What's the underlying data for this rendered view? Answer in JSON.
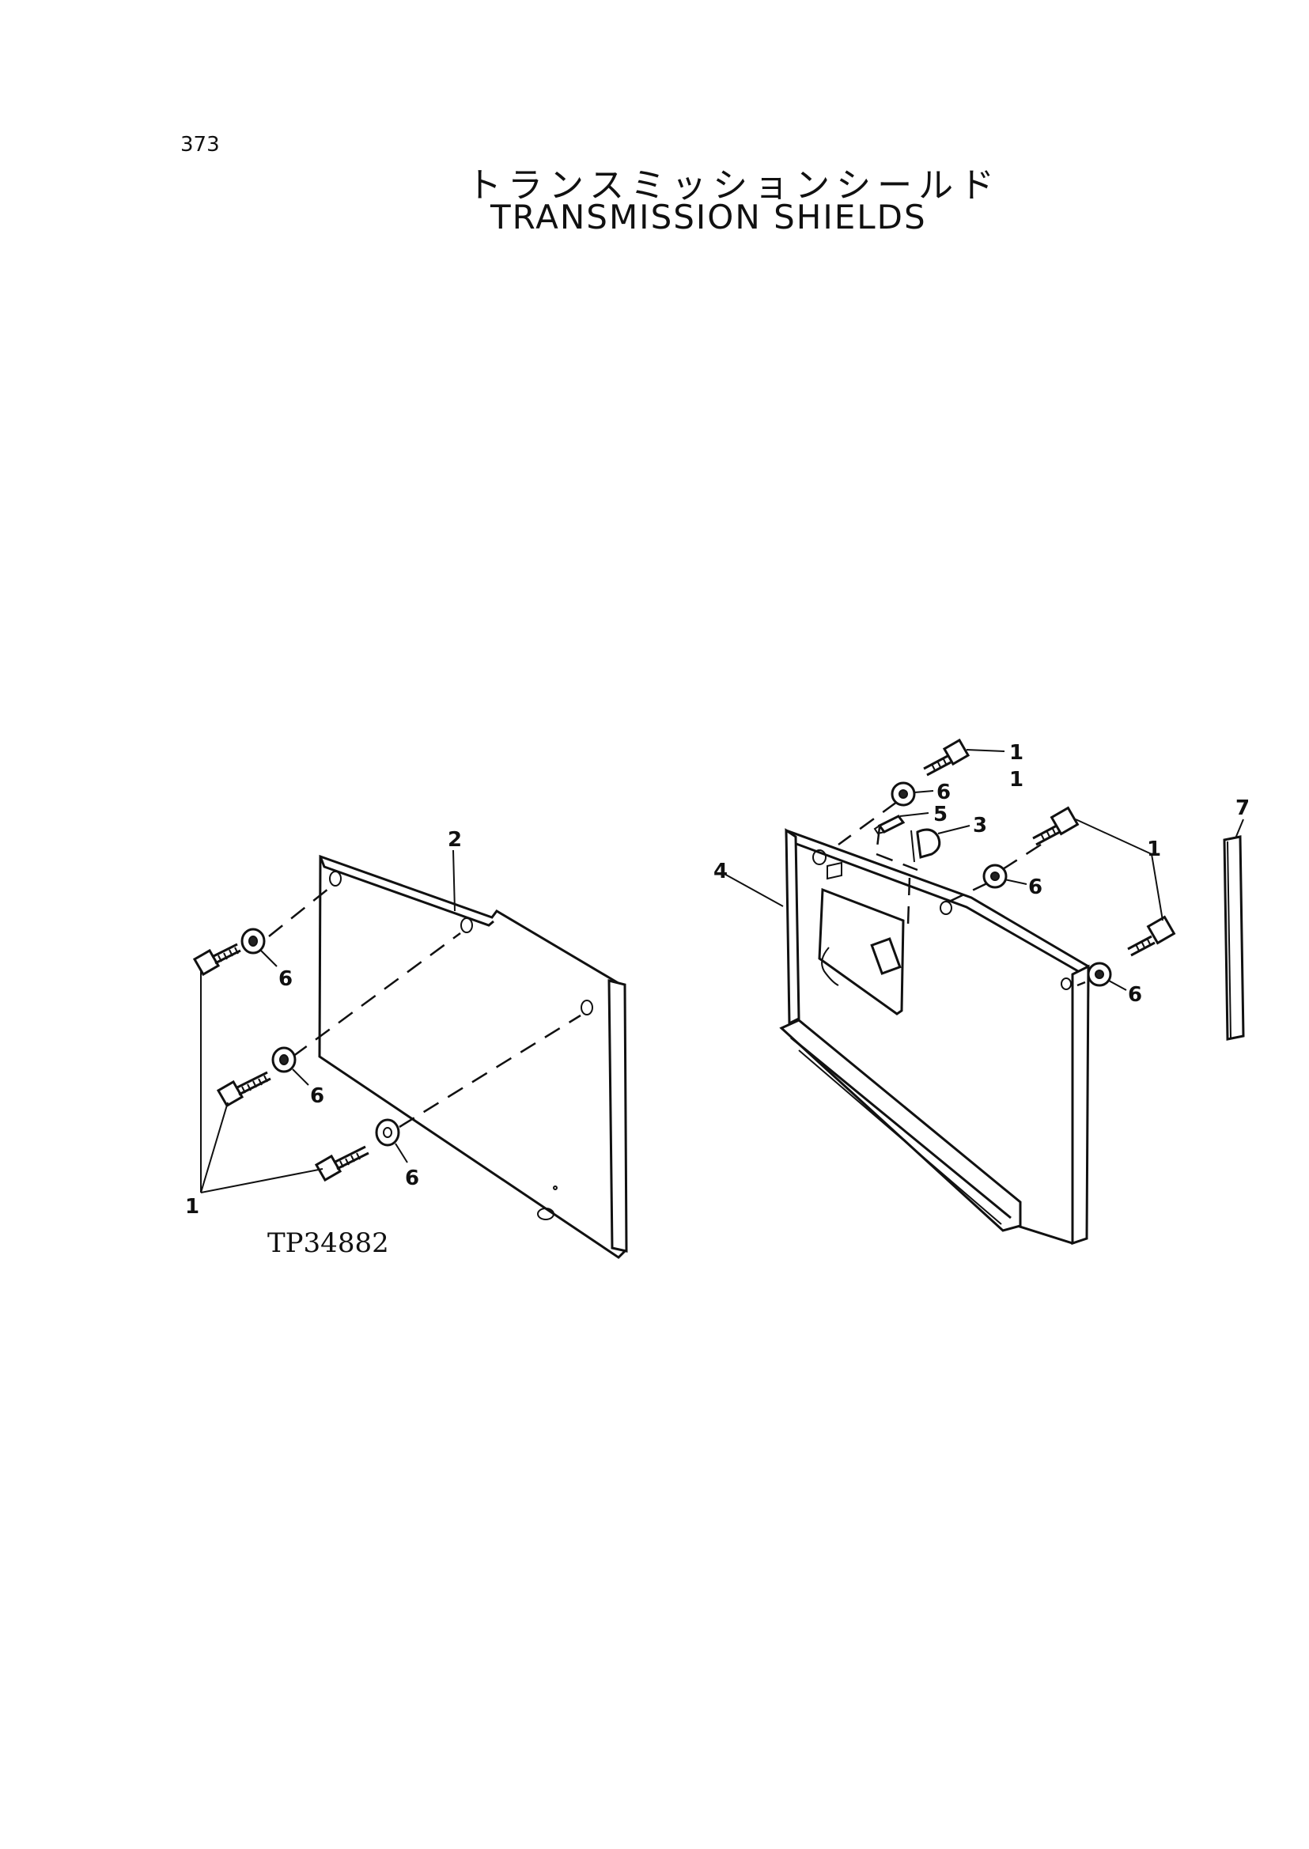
{
  "page_number": "373",
  "title_jp": "トランスミッションシールド",
  "title_en": "TRANSMISSION SHIELDS",
  "drawing_code": "TP34882",
  "callouts": {
    "left_shield": "2",
    "left_washer_top": "6",
    "left_washer_mid": "6",
    "left_washer_bottom": "6",
    "left_bolts": "1",
    "right_bolt_top": "1",
    "right_bolt_top_qty": "1",
    "right_washer_top": "6",
    "right_stud": "5",
    "right_clip": "3",
    "right_shield": "4",
    "right_bolts": "1",
    "right_washer_mid": "6",
    "right_washer_lower": "6",
    "seal_strip": "7"
  }
}
